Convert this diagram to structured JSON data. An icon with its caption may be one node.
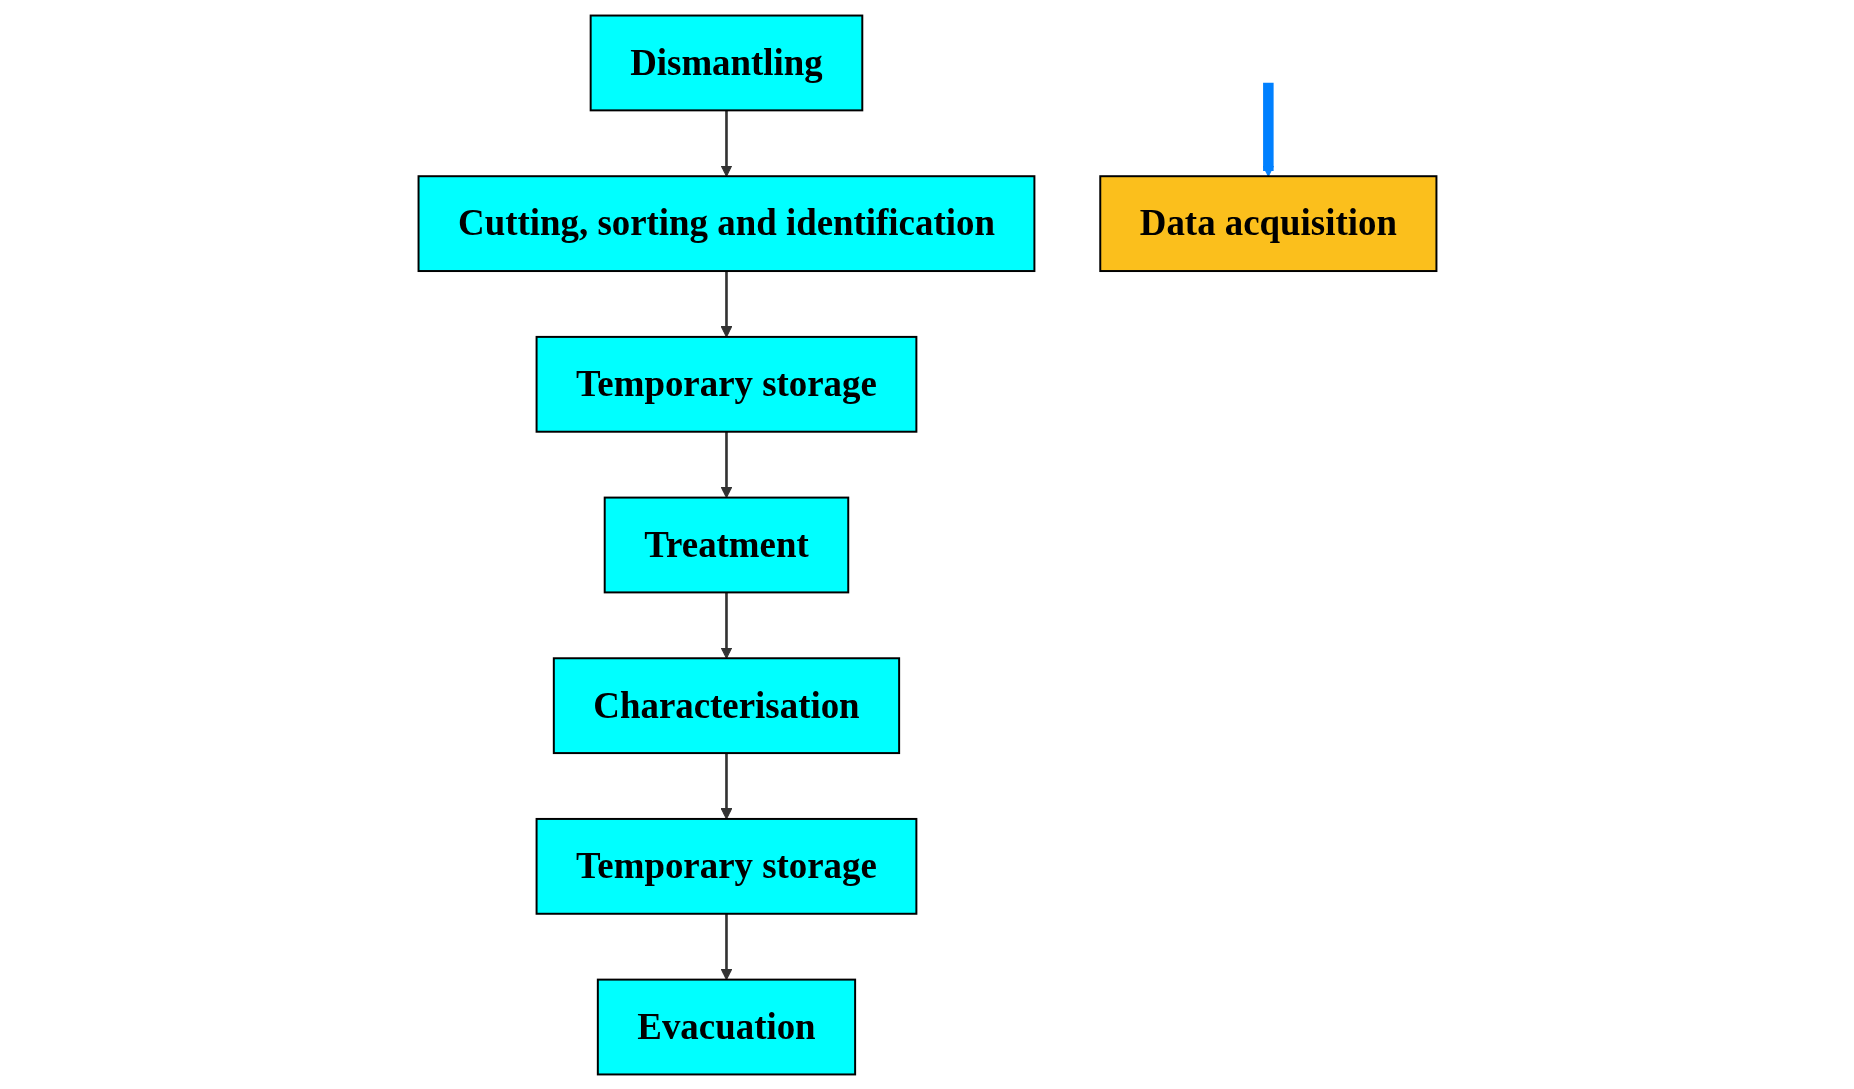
{
  "diagram": {
    "nodes": [
      {
        "text": [
          "Dismantling"
        ]
      },
      {
        "text": [
          "Cutting, sorting and identification"
        ]
      },
      {
        "text": [
          "Temporary storage"
        ]
      },
      {
        "text": [
          "Treatment"
        ]
      },
      {
        "text": [
          "Characterisation"
        ]
      },
      {
        "text": [
          "Temporary storage"
        ]
      },
      {
        "text": [
          "Evacuation"
        ]
      },
      {
        "text": [
          "Data acquisition"
        ]
      }
    ],
    "edges": [
      {
        "from": 0,
        "to": 1,
        "arrow": "to"
      },
      {
        "from": 1,
        "to": 2,
        "arrow": "to"
      },
      {
        "from": 2,
        "to": 3,
        "arrow": "to"
      },
      {
        "from": 3,
        "to": 4,
        "arrow": "to"
      },
      {
        "from": 4,
        "to": 5,
        "arrow": "to"
      },
      {
        "from": 5,
        "to": 6,
        "arrow": "to"
      },
      {
        "from": null,
        "to": 7,
        "arrow": "to",
        "style": "thick",
        "color": "#0080ff"
      }
    ]
  }
}
